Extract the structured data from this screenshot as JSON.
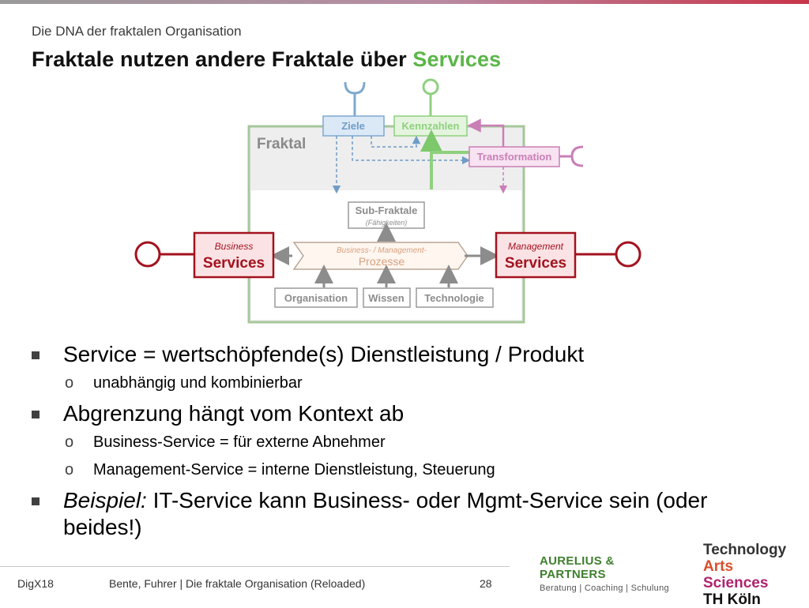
{
  "header": {
    "subtitle": "Die DNA der fraktalen Organisation",
    "title_main": "Fraktale nutzen andere Fraktale über",
    "title_accent": "Services"
  },
  "diagram": {
    "fraktal_label": "Fraktal",
    "ziele": "Ziele",
    "kennzahlen": "Kennzahlen",
    "transformation": "Transformation",
    "sub_fraktale": "Sub-Fraktale",
    "faehigkeiten": "(Fähigkeiten)",
    "business_small": "Business",
    "business_big": "Services",
    "management_small": "Management",
    "management_big": "Services",
    "prozesse_small": "Business- / Management-",
    "prozesse_big": "Prozesse",
    "organisation": "Organisation",
    "wissen": "Wissen",
    "technologie": "Technologie"
  },
  "bullets": {
    "b1": "Service = wertschöpfende(s) Dienstleistung / Produkt",
    "b1_sub": "unabhängig und kombinierbar",
    "b2": "Abgrenzung hängt vom Kontext ab",
    "b2_sub1": "Business-Service = für externe Abnehmer",
    "b2_sub2": "Management-Service = interne Dienstleistung, Steuerung",
    "b3_italic": "Beispiel:",
    "b3_rest": " IT-Service kann Business- oder Mgmt-Service sein (oder beides!)",
    "sub_marker": "o"
  },
  "footer": {
    "left": "DigX18",
    "middle": "Bente, Fuhrer  |  Die fraktale Organisation (Reloaded)",
    "page": "28"
  },
  "logos": {
    "aurelius_name": "AURELIUS & PARTNERS",
    "aurelius_tagline": "Beratung | Coaching | Schulung",
    "th_line1": "Technology",
    "th_arts": "Arts",
    "th_sciences": "Sciences",
    "th_line3": "TH Köln"
  },
  "colors": {
    "accent_green": "#5bb648",
    "ziele_blue": "#7fa9cf",
    "kennzahlen_green": "#8fd07f",
    "transformation_pink": "#c97fb6",
    "service_red": "#a3121e"
  }
}
